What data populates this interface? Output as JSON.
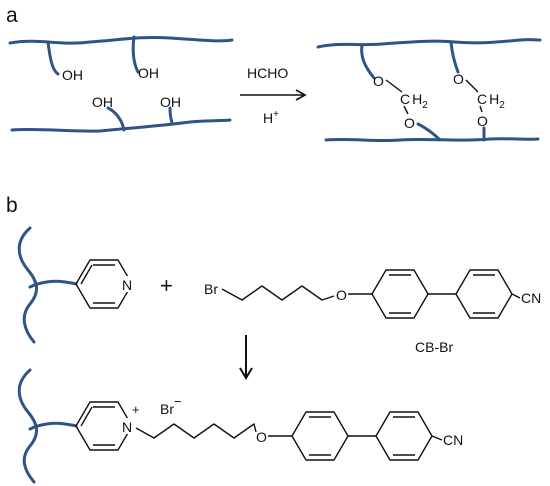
{
  "colors": {
    "polymer": "#2f5487",
    "ink": "#111111"
  },
  "panel_a": {
    "label": "a",
    "hydroxyl": "OH",
    "reagent": "HCHO",
    "catalyst": "H",
    "catalyst_charge": "+",
    "oxygen": "O",
    "methylene": "C",
    "methylene_h": "H",
    "methylene_h_count": "2"
  },
  "panel_b": {
    "label": "b",
    "pyridine_n": "N",
    "plus_sign": "+",
    "bromine": "Br",
    "ether_o": "O",
    "nitrile": "CN",
    "reagent_name": "CB-Br",
    "pyridinium_charge": "+",
    "counterion": "Br",
    "counterion_charge": "−"
  }
}
